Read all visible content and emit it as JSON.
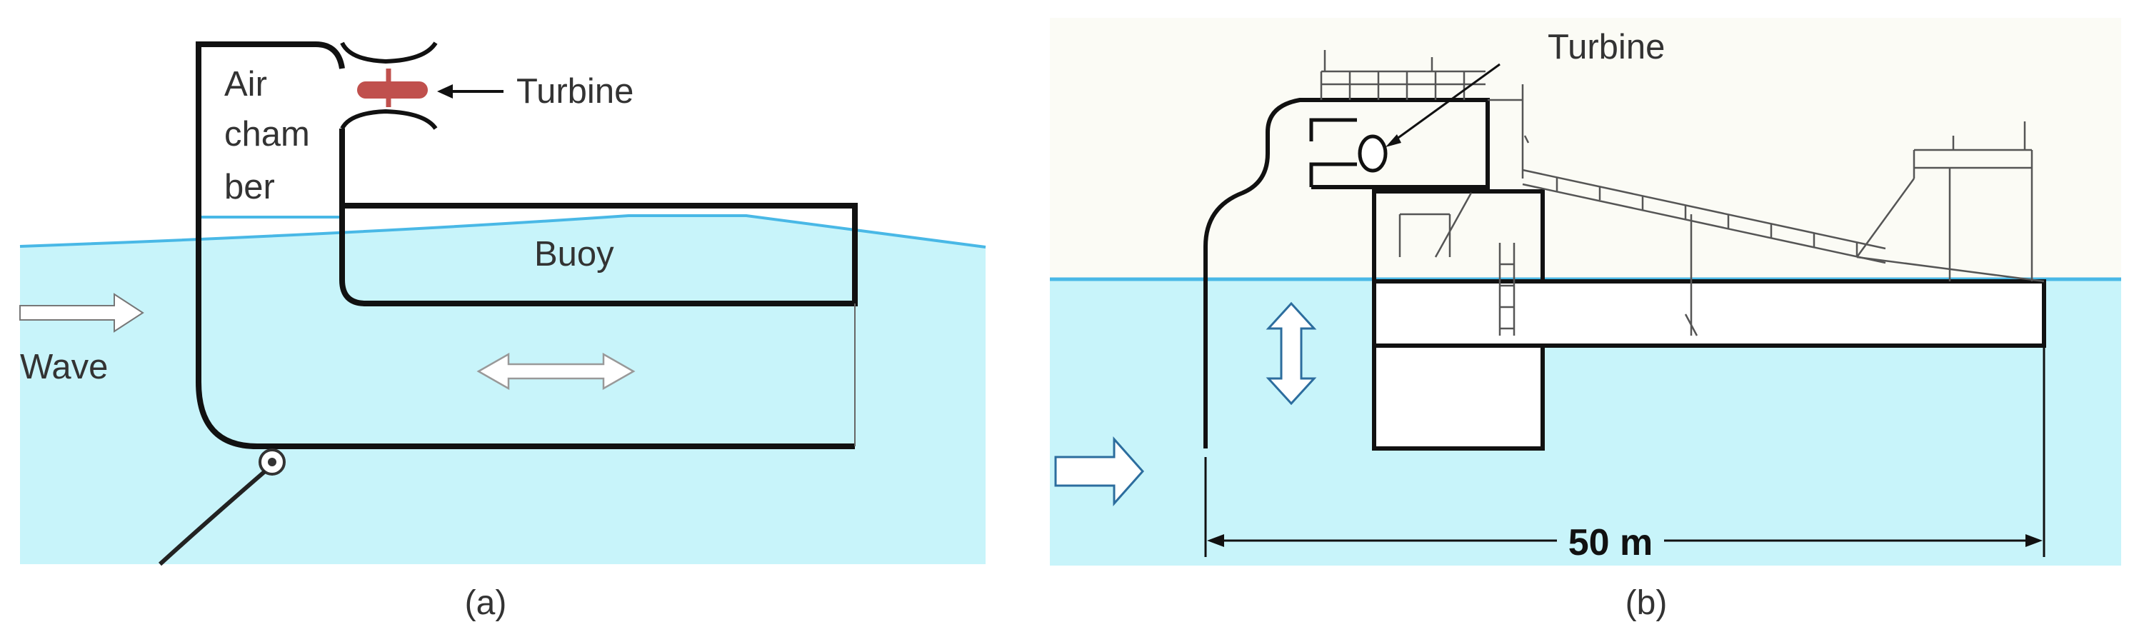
{
  "panel_a": {
    "caption": "(a)",
    "labels": {
      "air_chamber_line1": "Air",
      "air_chamber_line2": "cham",
      "air_chamber_line3": "ber",
      "turbine": "Turbine",
      "buoy": "Buoy",
      "wave": "Wave"
    }
  },
  "panel_b": {
    "caption": "(b)",
    "labels": {
      "turbine": "Turbine",
      "length": "50 m"
    }
  },
  "colors": {
    "water": "#c8f4fa",
    "water_surface": "#49b8e6",
    "turbine_blade": "#c0504d",
    "structure_line": "#111111",
    "arrow_outline": "#2c6d9e",
    "drawing_line": "#555555"
  }
}
